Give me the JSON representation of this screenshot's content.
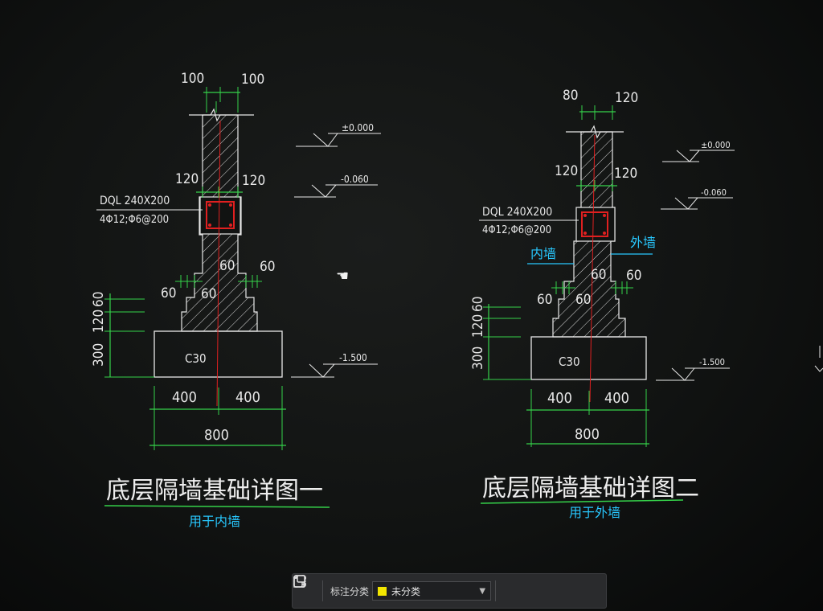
{
  "drawing1": {
    "dim_top_left": "100",
    "dim_top_right": "100",
    "dim_mid_left": "120",
    "dim_mid_right": "120",
    "beam_label": "DQL 240X200",
    "beam_rebar": "4Φ12;Φ6@200",
    "dim_step_left_outer": "60",
    "dim_step_left_inner": "60",
    "dim_step_right_inner": "60",
    "dim_step_right_outer": "60",
    "concrete_grade": "C30",
    "vert_dim_60": "60",
    "vert_dim_120": "120",
    "vert_dim_300": "300",
    "dim_bottom_left": "400",
    "dim_bottom_right": "400",
    "dim_bottom_total": "800",
    "elev_top": "±0.000",
    "elev_mid": "-0.060",
    "elev_bottom": "-1.500",
    "title": "底层隔墙基础详图一",
    "subtitle": "用于内墙"
  },
  "drawing2": {
    "dim_top_left": "80",
    "dim_top_right": "120",
    "dim_mid_left": "120",
    "dim_mid_right": "120",
    "beam_label": "DQL 240X200",
    "beam_rebar": "4Φ12;Φ6@200",
    "inner_wall_label": "内墙",
    "outer_wall_label": "外墙",
    "dim_step_left_outer": "60",
    "dim_step_left_inner": "60",
    "dim_step_right_inner": "60",
    "dim_step_right_outer": "60",
    "concrete_grade": "C30",
    "vert_dim_60": "60",
    "vert_dim_120": "120",
    "vert_dim_300": "300",
    "dim_bottom_left": "400",
    "dim_bottom_right": "400",
    "dim_bottom_total": "800",
    "elev_top": "±0.000",
    "elev_mid": "-0.060",
    "elev_bottom": "-1.500",
    "title": "底层隔墙基础详图二",
    "subtitle": "用于外墙"
  },
  "toolbar": {
    "label": "标注分类",
    "select_value": "未分类",
    "grid_icon": "grid-icon",
    "edit_icon": "edit-icon",
    "move_icon": "move-icon",
    "copy_icon": "copy-icon",
    "paste_icon": "paste-icon"
  },
  "colors": {
    "background": "#111312",
    "dimension_green": "#35d24a",
    "line_white": "#e8e8e8",
    "rebar_red": "#e02020",
    "label_cyan": "#28c8ff",
    "swatch_yellow": "#f2e600"
  }
}
